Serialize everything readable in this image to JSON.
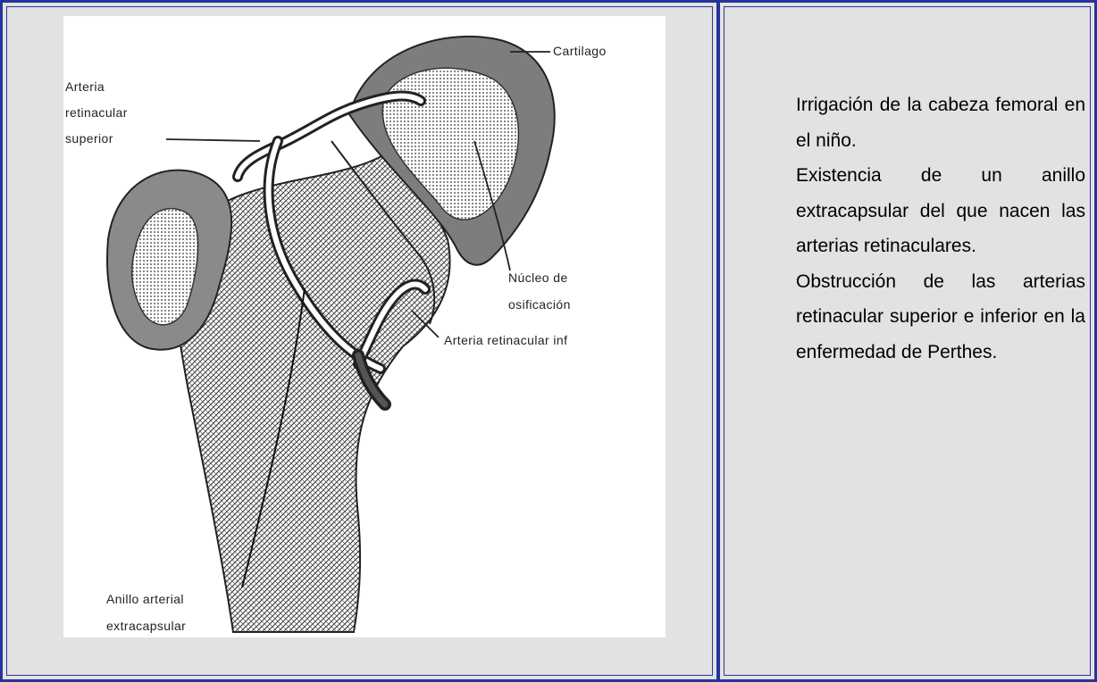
{
  "figure": {
    "labels": {
      "cartilago": "Cartilago",
      "arteria_sup_1": "Arteria",
      "arteria_sup_2": "retinacular",
      "arteria_sup_3": "superior",
      "nucleo_1": "Núcleo de",
      "nucleo_2": "osificación",
      "arteria_inf": "Arteria retinacular inf",
      "anillo_1": "Anillo arterial",
      "anillo_2": "extracapsular"
    }
  },
  "description": {
    "p1": "Irrigación de la cabeza femoral en el niño.",
    "p2": "Existencia de un anillo extracapsular del que nacen las arterias retinaculares.",
    "p3": "Obstrucción de las arterias retinacular superior e inferior en la enfermedad de Perthes."
  },
  "colors": {
    "border": "#26339a",
    "panel_bg": "#e2e2e2"
  }
}
